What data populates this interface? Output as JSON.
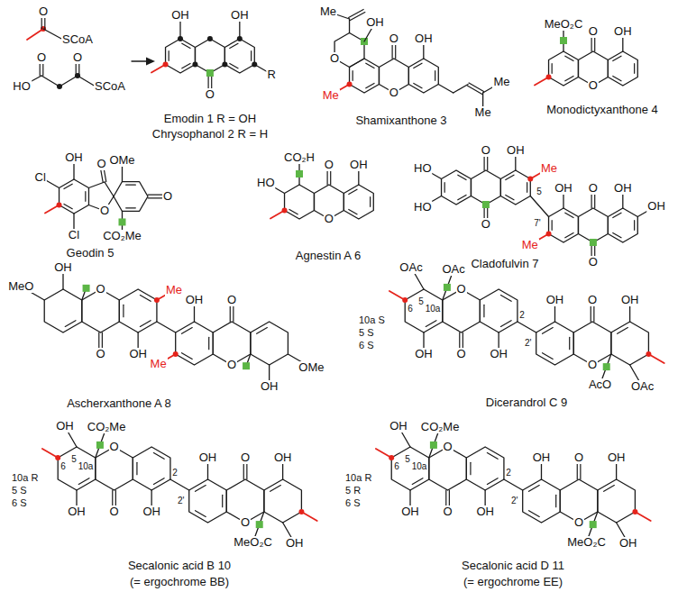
{
  "diagram": {
    "labels": [
      "O",
      "SCoA",
      "HO",
      "O",
      "O",
      "SCoA",
      "OH",
      "OH",
      "R",
      "O",
      "Emodin 1 R = OH",
      "Chrysophanol 2 R = H",
      "Me",
      "OH",
      "O",
      "O",
      "OH",
      "Me",
      "O",
      "Me",
      "Me",
      "Shamixanthone 3",
      "MeO₂C",
      "O",
      "OH",
      "O",
      "Monodictyxanthone 4",
      "OH",
      "OMe",
      "O",
      "Cl",
      "O",
      "O",
      "Cl",
      "CO₂Me",
      "Geodin 5",
      "CO₂H",
      "HO",
      "O",
      "OH",
      "O",
      "Agnestin A 6",
      "HO",
      "O",
      "OH",
      "Me",
      "HO",
      "5",
      "OH",
      "O",
      "OH",
      "OH",
      "7'",
      "O",
      "Me",
      "O",
      "Cladofulvin 7",
      "OH",
      "MeO",
      "O",
      "Me",
      "O",
      "OH",
      "OH",
      "O",
      "Me",
      "O",
      "OMe",
      "OH",
      "Ascherxanthone A 8",
      "10a S",
      "5 S",
      "6 S",
      "OAc",
      "OAc",
      "6",
      "5",
      "10a",
      "O",
      "2",
      "OH",
      "O",
      "OH",
      "2'",
      "OH",
      "O",
      "OH",
      "O",
      "AcO",
      "OAc",
      "Dicerandrol C 9",
      "10a R",
      "5 S",
      "6 S",
      "OH",
      "CO₂Me",
      "6",
      "5",
      "10a",
      "O",
      "2",
      "OH",
      "O",
      "OH",
      "2'",
      "OH",
      "O",
      "OH",
      "O",
      "MeO₂C",
      "OH",
      "Secalonic acid B 10",
      "(= ergochrome BB)",
      "10a R",
      "5 R",
      "6 S",
      "OH",
      "CO₂Me",
      "6",
      "5",
      "10a",
      "O",
      "2",
      "OH",
      "O",
      "OH",
      "2'",
      "OH",
      "O",
      "OH",
      "O",
      "MeO₂C",
      "OH",
      "Secalonic acid D 11",
      "(= ergochrome EE)"
    ]
  }
}
